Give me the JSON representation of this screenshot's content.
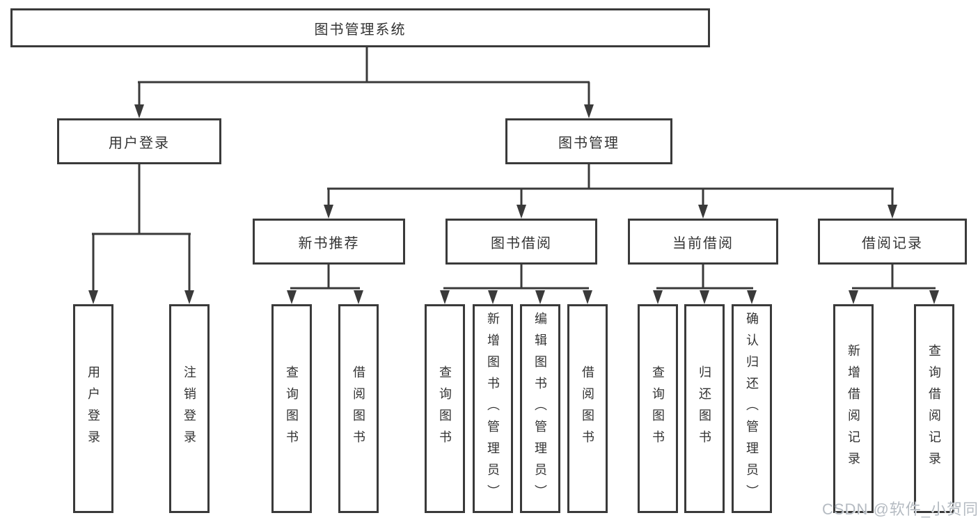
{
  "tree": {
    "label": "图书管理系统",
    "children": [
      {
        "label": "用户登录",
        "children": [
          {
            "label": "用户登录"
          },
          {
            "label": "注销登录"
          }
        ]
      },
      {
        "label": "图书管理",
        "children": [
          {
            "label": "新书推荐",
            "children": [
              {
                "label": "查询图书"
              },
              {
                "label": "借阅图书"
              }
            ]
          },
          {
            "label": "图书借阅",
            "children": [
              {
                "label": "查询图书"
              },
              {
                "label": "新增图书（管理员）"
              },
              {
                "label": "编辑图书（管理员）"
              },
              {
                "label": "借阅图书"
              }
            ]
          },
          {
            "label": "当前借阅",
            "children": [
              {
                "label": "查询图书"
              },
              {
                "label": "归还图书"
              },
              {
                "label": "确认归还（管理员）"
              }
            ]
          },
          {
            "label": "借阅记录",
            "children": [
              {
                "label": "新增借阅记录"
              },
              {
                "label": "查询借阅记录"
              }
            ]
          }
        ]
      }
    ]
  },
  "watermark": {
    "text": "CSDN @软件_小贺同学"
  },
  "colors": {
    "line": "#3a3a3a",
    "text": "#333333",
    "watermark": "#b5bbc2",
    "background": "#ffffff"
  }
}
